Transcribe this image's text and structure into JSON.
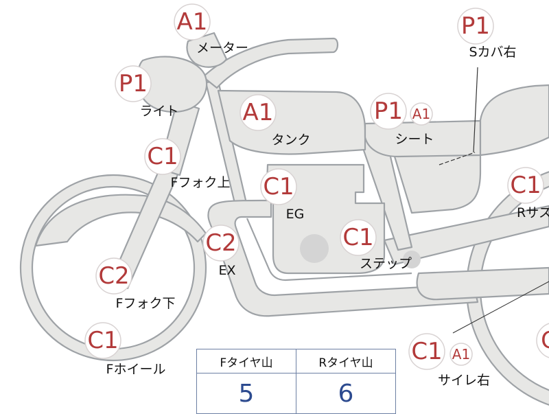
{
  "badges": [
    {
      "id": "meter",
      "code": "A1",
      "color": "#b23a3a"
    },
    {
      "id": "light",
      "code": "P1",
      "color": "#b23a3a"
    },
    {
      "id": "tank",
      "code": "A1",
      "color": "#b23a3a"
    },
    {
      "id": "seat",
      "code": "P1",
      "color": "#b23a3a"
    },
    {
      "id": "seat-sub",
      "code": "A1",
      "color": "#b23a3a"
    },
    {
      "id": "s-cover-right",
      "code": "P1",
      "color": "#b23a3a"
    },
    {
      "id": "f-fork-upper",
      "code": "C1",
      "color": "#b23a3a"
    },
    {
      "id": "eg",
      "code": "C1",
      "color": "#b23a3a"
    },
    {
      "id": "r-suspension",
      "code": "C1",
      "color": "#b23a3a"
    },
    {
      "id": "ex",
      "code": "C2",
      "color": "#b23a3a"
    },
    {
      "id": "step",
      "code": "C1",
      "color": "#b23a3a"
    },
    {
      "id": "f-fork-lower",
      "code": "C2",
      "color": "#b23a3a"
    },
    {
      "id": "f-wheel",
      "code": "C1",
      "color": "#b23a3a"
    },
    {
      "id": "silencer-right",
      "code": "C1",
      "color": "#b23a3a"
    },
    {
      "id": "silencer-right-sub",
      "code": "A1",
      "color": "#b23a3a"
    },
    {
      "id": "r-wheel-partial",
      "code": "C",
      "color": "#b23a3a"
    }
  ],
  "labels": {
    "meter": "メーター",
    "light": "ライト",
    "tank": "タンク",
    "seat": "シート",
    "s_cover_right": "Sカバ右",
    "f_fork_upper": "Fフォク上",
    "eg": "EG",
    "r_suspension": "Rサス",
    "ex": "EX",
    "step": "ステップ",
    "f_fork_lower": "Fフォク下",
    "f_wheel": "Fホイール",
    "silencer_right": "サイレ右"
  },
  "tire_table": {
    "headers": [
      "Fタイヤ山",
      "Rタイヤ山"
    ],
    "values": [
      "5",
      "6"
    ],
    "value_color": "#2c4a8f",
    "border_color": "#6c7fa3"
  },
  "colors": {
    "body_fill": "#e7e7e5",
    "body_stroke": "#9ea2a6",
    "badge_text": "#b23a3a",
    "badge_ring": "#d8d2d2"
  }
}
